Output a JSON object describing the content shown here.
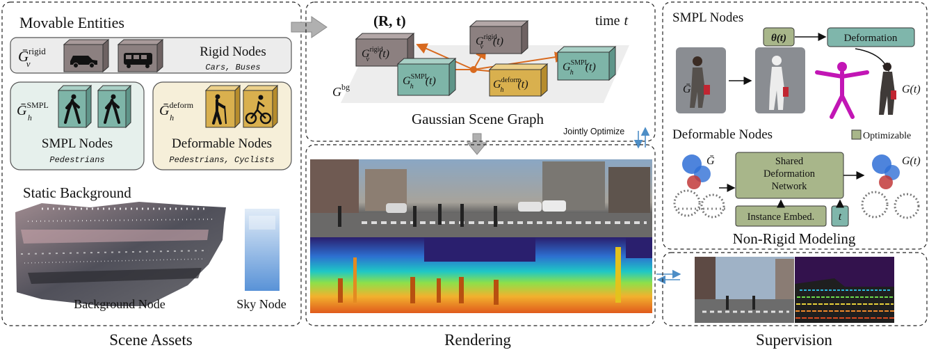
{
  "panels": {
    "scene_assets": {
      "caption": "Scene Assets",
      "movable_title": "Movable Entities",
      "rigid": {
        "symbol_base": "Ḡ",
        "symbol_sub": "v",
        "symbol_sup": "rigid",
        "label": "Rigid Nodes",
        "examples": "Cars, Buses"
      },
      "smpl": {
        "symbol_base": "Ḡ",
        "symbol_sub": "h",
        "symbol_sup": "SMPL",
        "label": "SMPL Nodes",
        "examples": "Pedestrians"
      },
      "deform": {
        "symbol_base": "Ḡ",
        "symbol_sub": "h",
        "symbol_sup": "deform",
        "label": "Deformable Nodes",
        "examples": "Pedestrians, Cyclists"
      },
      "static_title": "Static Background",
      "background_label": "Background Node",
      "sky_label": "Sky Node"
    },
    "scene_graph": {
      "pose": "(R, t)",
      "time_label": "time",
      "time_var": "t",
      "bg_base": "G",
      "bg_sup": "bg",
      "nodes": [
        {
          "base": "G",
          "sub": "v",
          "sup": "rigid",
          "arg": "(t)",
          "kind": "rigid"
        },
        {
          "base": "G",
          "sub": "v",
          "sup": "rigid",
          "arg": "(t)",
          "kind": "rigid"
        },
        {
          "base": "G",
          "sub": "h",
          "sup": "SMPL",
          "arg": "(t)",
          "kind": "smpl"
        },
        {
          "base": "G",
          "sub": "h",
          "sup": "deform",
          "arg": "(t)",
          "kind": "deform"
        },
        {
          "base": "G",
          "sub": "h",
          "sup": "SMPL",
          "arg": "(t)",
          "kind": "smpl"
        }
      ],
      "caption": "Gaussian Scene Graph",
      "jointly_optimize": "Jointly Optimize"
    },
    "rendering": {
      "caption": "Rendering"
    },
    "non_rigid": {
      "smpl_title": "SMPL Nodes",
      "theta": "θ(t)",
      "deformation": "Deformation",
      "g_bar": "Ḡ",
      "g_t": "G(t)",
      "deformable_title": "Deformable Nodes",
      "optimizable": "Optimizable",
      "shared_network": [
        "Shared",
        "Deformation",
        "Network"
      ],
      "instance_embed": "Instance Embed.",
      "t_label": "t",
      "title": "Non-Rigid Modeling"
    },
    "supervision": {
      "caption": "Supervision"
    }
  },
  "colors": {
    "rigid_fill": "#8c8080",
    "smpl_fill": "#7eb5a8",
    "deform_fill": "#d9b04e",
    "rigid_bg": "#ececec",
    "smpl_bg": "#e6f0ec",
    "deform_bg": "#f6efd9",
    "green_box": "#a8b68a",
    "teal_box": "#7fb6ab",
    "edge": "#d86a1f"
  }
}
